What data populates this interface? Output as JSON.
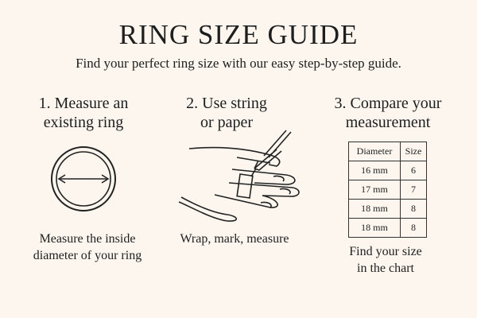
{
  "title": "RING SIZE GUIDE",
  "subtitle": "Find your perfect ring size with our easy step-by-step guide.",
  "steps": [
    {
      "heading_line1": "1.  Measure an",
      "heading_line2": "existing ring",
      "caption_line1": "Measure the inside",
      "caption_line2": "diameter of your ring"
    },
    {
      "heading_line1": "2.  Use string",
      "heading_line2": "or paper",
      "caption_line1": "Wrap, mark, measure"
    },
    {
      "heading_line1": "3.  Compare your",
      "heading_line2": "measurement",
      "caption_line1": "Find your size",
      "caption_line2": "in the chart"
    }
  ],
  "table": {
    "headers": [
      "Diameter",
      "Size"
    ],
    "rows": [
      [
        "16 mm",
        "6"
      ],
      [
        "17 mm",
        "7"
      ],
      [
        "18 mm",
        "8"
      ],
      [
        "18 mm",
        "8"
      ]
    ]
  }
}
